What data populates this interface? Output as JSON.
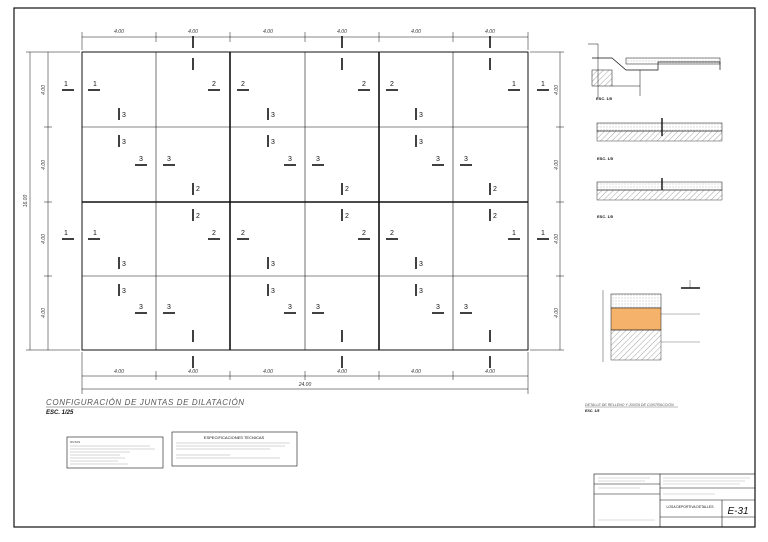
{
  "plan": {
    "title": "CONFIGURACIÓN DE JUNTAS DE DILATACIÓN",
    "scale": "ESC. 1/25",
    "top_dims": [
      "4.00",
      "4.00",
      "4.00",
      "4.00",
      "4.00",
      "4.00"
    ],
    "bottom_dims": [
      "4.00",
      "4.00",
      "4.00",
      "4.00",
      "4.00",
      "4.00"
    ],
    "total_width": "24.00",
    "left_total": "16.00",
    "left_dims": [
      "4.00",
      "4.00",
      "4.00",
      "4.00"
    ],
    "right_dims": [
      "4.00",
      "4.00",
      "4.00",
      "4.00"
    ],
    "joint_marks": {
      "row_a": [
        "1",
        "1",
        "2",
        "2",
        "2",
        "2",
        "1",
        "1"
      ],
      "row_b": [
        "3",
        "3",
        "3",
        "3",
        "3",
        "3"
      ],
      "col_2": [
        "2",
        "2",
        "2"
      ],
      "col_3": [
        "3",
        "3",
        "3",
        "3",
        "3",
        "3"
      ]
    }
  },
  "details": {
    "section_label": "ESC. 1/5",
    "bottom_title": "DETALLE DE RELLENO Y JUNTA DE CONTRACCIÓN",
    "bottom_scale": "ESC. 1/5"
  },
  "specs": {
    "box_title": "ESPECIFICACIONES TECNICAS",
    "notes_title": "NOTAS"
  },
  "title_block": {
    "sheet_code": "E-31",
    "sheet_title": "LOSA DEPORTIVA DETALLES"
  },
  "colors": {
    "line": "#111111",
    "fill_accent": "#f4b26b"
  }
}
